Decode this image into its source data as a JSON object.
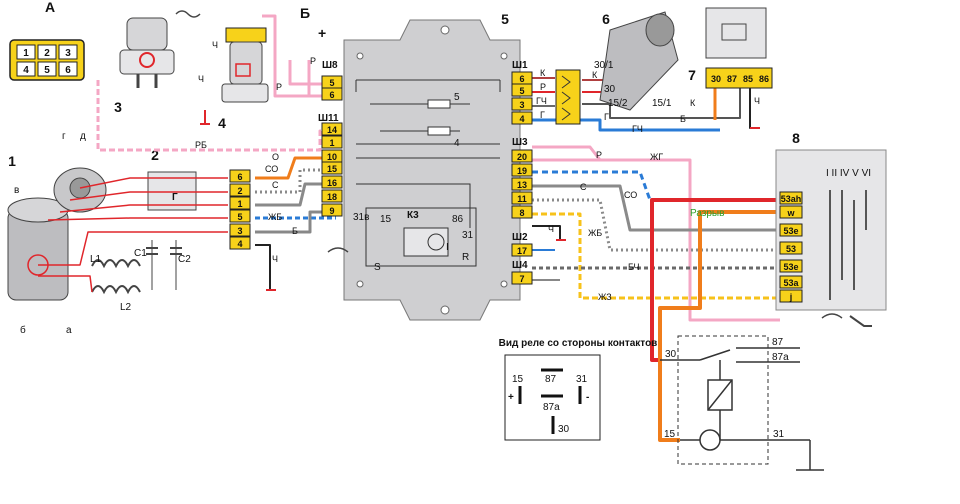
{
  "labels": {
    "connector_letter": "А",
    "power_letter": "Б",
    "plus_sign": "+",
    "relay_view_caption": "Вид реле со стороны контактов",
    "break_label": "Разрыв",
    "l1": "L1",
    "l2": "L2",
    "c1": "C1",
    "c2": "C2",
    "motor_a": "а",
    "motor_b": "б",
    "motor_v": "в",
    "motor_g": "г",
    "motor_d": "д",
    "relay_k3": "К3",
    "relay_k3_31v": "31в",
    "relay_k3_15": "15",
    "relay_k3_86": "86",
    "relay_k3_31": "31",
    "relay_k3_s": "S",
    "relay_k3_r": "R",
    "relay_k3_i": "I",
    "part_g_symbol": "Г",
    "fuse_5": "5",
    "fuse_4": "4",
    "switch_positions": "I  II  IV  V  VI",
    "ignition_30_1": "30/1",
    "ignition_30": "30",
    "ignition_15_2": "15/2",
    "ignition_15_1": "15/1"
  },
  "callouts": [
    "1",
    "2",
    "3",
    "4",
    "5",
    "6",
    "7",
    "8"
  ],
  "connector_a_pins": [
    "1",
    "2",
    "3",
    "4",
    "5",
    "6"
  ],
  "left_connector_pins": [
    "6",
    "2",
    "1",
    "5",
    "3",
    "4"
  ],
  "block_left": {
    "header_sh8": "Ш8",
    "sh8_pins": [
      "5",
      "6"
    ],
    "header_sh11": "Ш11",
    "sh11_pins": [
      "14",
      "1",
      "10",
      "15",
      "16",
      "18",
      "9"
    ]
  },
  "block_right": {
    "header_sh1": "Ш1",
    "sh1_pins": [
      "6",
      "5",
      "3",
      "4"
    ],
    "header_sh3": "Ш3",
    "sh3_pins": [
      "20",
      "19",
      "13",
      "11",
      "8"
    ],
    "header_sh2": "Ш2",
    "sh2_pins": [
      "17"
    ],
    "header_sh4": "Ш4",
    "sh4_pins": [
      "7"
    ]
  },
  "relay7_pins": [
    "30",
    "87",
    "85",
    "86"
  ],
  "switch8_pins": [
    "53ah",
    "w",
    "53e",
    "53",
    "53e",
    "53a",
    "j"
  ],
  "wire_labels": {
    "rb": "РБ",
    "ch1": "Ч",
    "ch2": "Ч",
    "ch3": "Ч",
    "ch4": "Ч",
    "r1": "Р",
    "r2": "Р",
    "o": "О",
    "so1": "СО",
    "so2": "СО",
    "s1": "С",
    "s2": "С",
    "zhb1": "ЖБ",
    "zhb2": "ЖБ",
    "b1": "Б",
    "b2": "Б",
    "k1": "К",
    "k2": "К",
    "k3": "К",
    "rr": "Р",
    "gch1": "ГЧ",
    "gch2": "ГЧ",
    "g1": "Г",
    "g2": "Г",
    "zhg": "ЖГ",
    "bch": "БЧ",
    "zhz": "ЖЗ",
    "r_top": "Р"
  },
  "relay_view": {
    "t15": "15",
    "t87": "87",
    "t31": "31",
    "t87a": "87a",
    "t30": "30",
    "plus": "+",
    "minus": "-"
  },
  "relay_schematic": {
    "t30": "30",
    "t87": "87",
    "t87a": "87a",
    "t15": "15",
    "t31": "31"
  },
  "colors": {
    "connector_yellow": "#f7d21a",
    "block_grey": "#cfcfd1",
    "wire_red": "#e0262b",
    "wire_orange": "#f07d1b",
    "wire_pink": "#f4a7c4",
    "wire_blue": "#2a7bd6",
    "break_green": "#2aa02a"
  }
}
